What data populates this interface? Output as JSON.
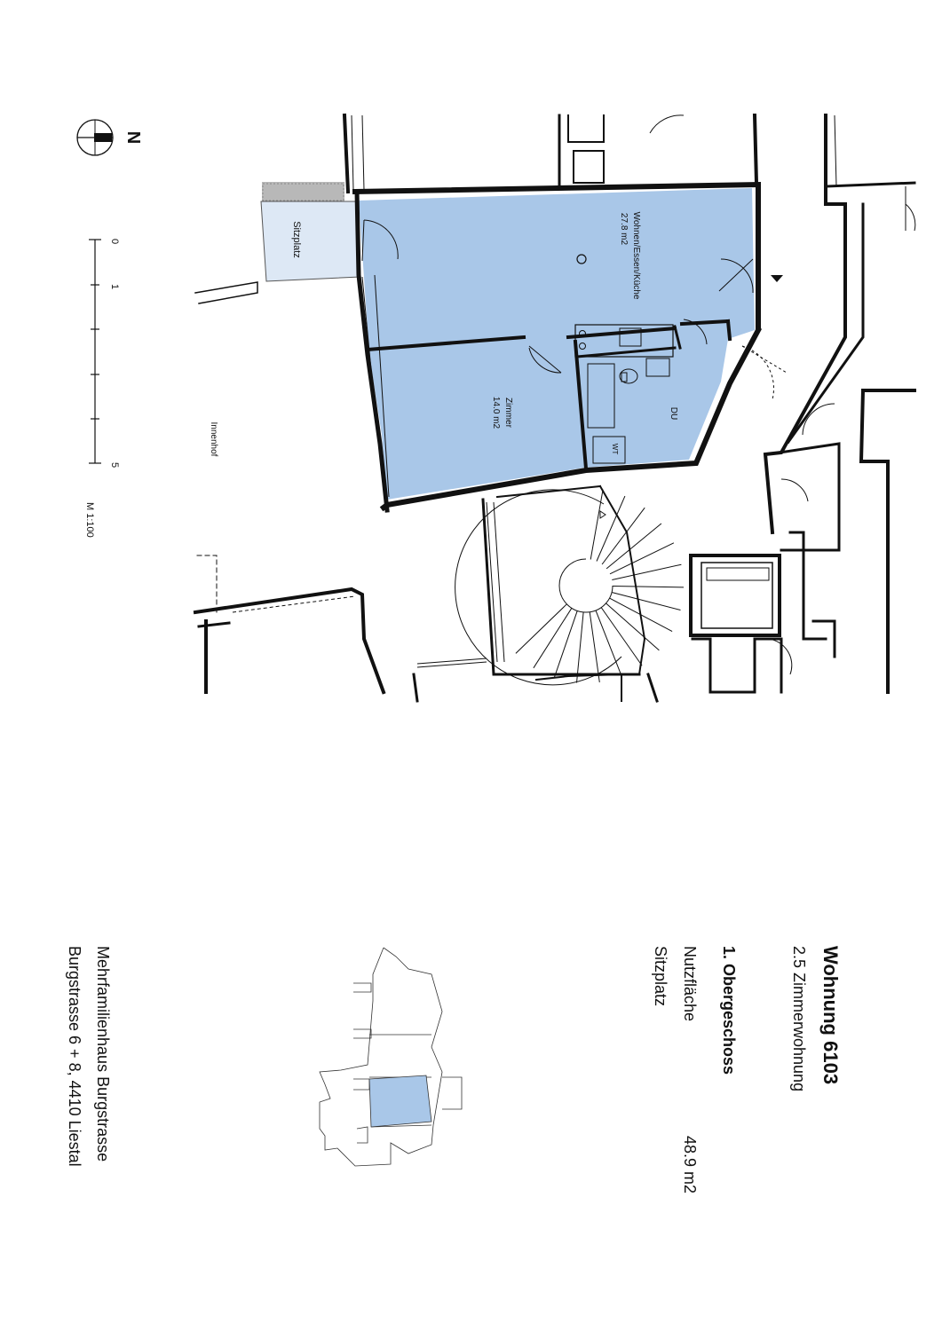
{
  "title_block": {
    "unit_title": "Wohnung 6103",
    "unit_type": "2.5 Zimmerwohnung",
    "floor": "1. Obergeschoss",
    "area_label": "Nutzfläche",
    "area_value": "48.9 m2",
    "seat_label": "Sitzplatz",
    "building": "Mehrfamilienhaus Burgstrasse",
    "address": "Burgstrasse 6 + 8, 4410 Liestal"
  },
  "north": {
    "label": "N"
  },
  "scale": {
    "tick_0": "0",
    "tick_1": "1",
    "tick_5": "5",
    "label": "M 1:100"
  },
  "rooms": {
    "living_name": "Wohnen/Essen/Küche",
    "living_area": "27.8 m2",
    "bedroom_name": "Zimmer",
    "bedroom_area": "14.0 m2",
    "shower": "DU",
    "wt": "WT",
    "terrace": "Sitzplatz",
    "courtyard": "Innenhof"
  },
  "colors": {
    "apartment_fill": "#a9c7e8",
    "terrace_fill": "#dde8f5",
    "wall": "#111111"
  }
}
